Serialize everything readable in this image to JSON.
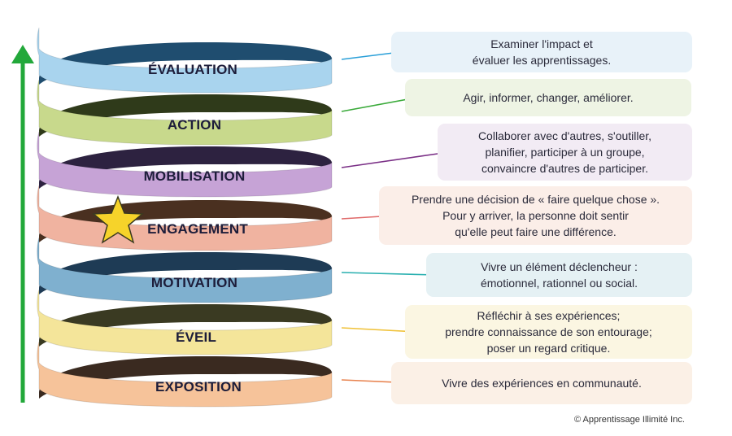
{
  "stages": [
    {
      "label": "ÉVALUATION",
      "description": "Examiner l'impact et\névaluer les apprentissages.",
      "band_color": "#a9d4ee",
      "band_shadow": "#1f4d6f",
      "dot_color": "#2a9fd8",
      "box_color": "#e8f2f9"
    },
    {
      "label": "ACTION",
      "description": "Agir, informer, changer, améliorer.",
      "band_color": "#c8d98c",
      "band_shadow": "#2f3a1a",
      "dot_color": "#3aaa3a",
      "box_color": "#eef4e4"
    },
    {
      "label": "MOBILISATION",
      "description": "Collaborer avec d'autres, s'outiller,\nplanifier, participer à un groupe,\nconvaincre d'autres de participer.",
      "band_color": "#c6a3d6",
      "band_shadow": "#2d2240",
      "dot_color": "#7a2f86",
      "box_color": "#f2ebf4"
    },
    {
      "label": "ENGAGEMENT",
      "description": "Prendre une décision de « faire quelque chose ».\nPour y arriver, la personne doit sentir\nqu'elle peut faire une différence.",
      "band_color": "#f0b3a0",
      "band_shadow": "#4a3020",
      "dot_color": "#e06a6a",
      "box_color": "#fbeee8"
    },
    {
      "label": "MOTIVATION",
      "description": "Vivre un élément déclencheur :\némotionnel, rationnel ou social.",
      "band_color": "#7fb0cf",
      "band_shadow": "#1e3b55",
      "dot_color": "#2ab0b0",
      "box_color": "#e5f1f4"
    },
    {
      "label": "ÉVEIL",
      "description": "Réfléchir à ses expériences;\nprendre connaissance de son entourage;\nposer un regard critique.",
      "band_color": "#f4e59a",
      "band_shadow": "#3a3a22",
      "dot_color": "#f0c23a",
      "box_color": "#fbf6e2"
    },
    {
      "label": "EXPOSITION",
      "description": "Vivre des expériences en communauté.",
      "band_color": "#f6c39a",
      "band_shadow": "#3a2a20",
      "dot_color": "#e8834f",
      "box_color": "#fbf0e6"
    }
  ],
  "arrow_color": "#22a83a",
  "star_color": "#f6d32a",
  "copyright": "© Apprentissage Illimité Inc."
}
